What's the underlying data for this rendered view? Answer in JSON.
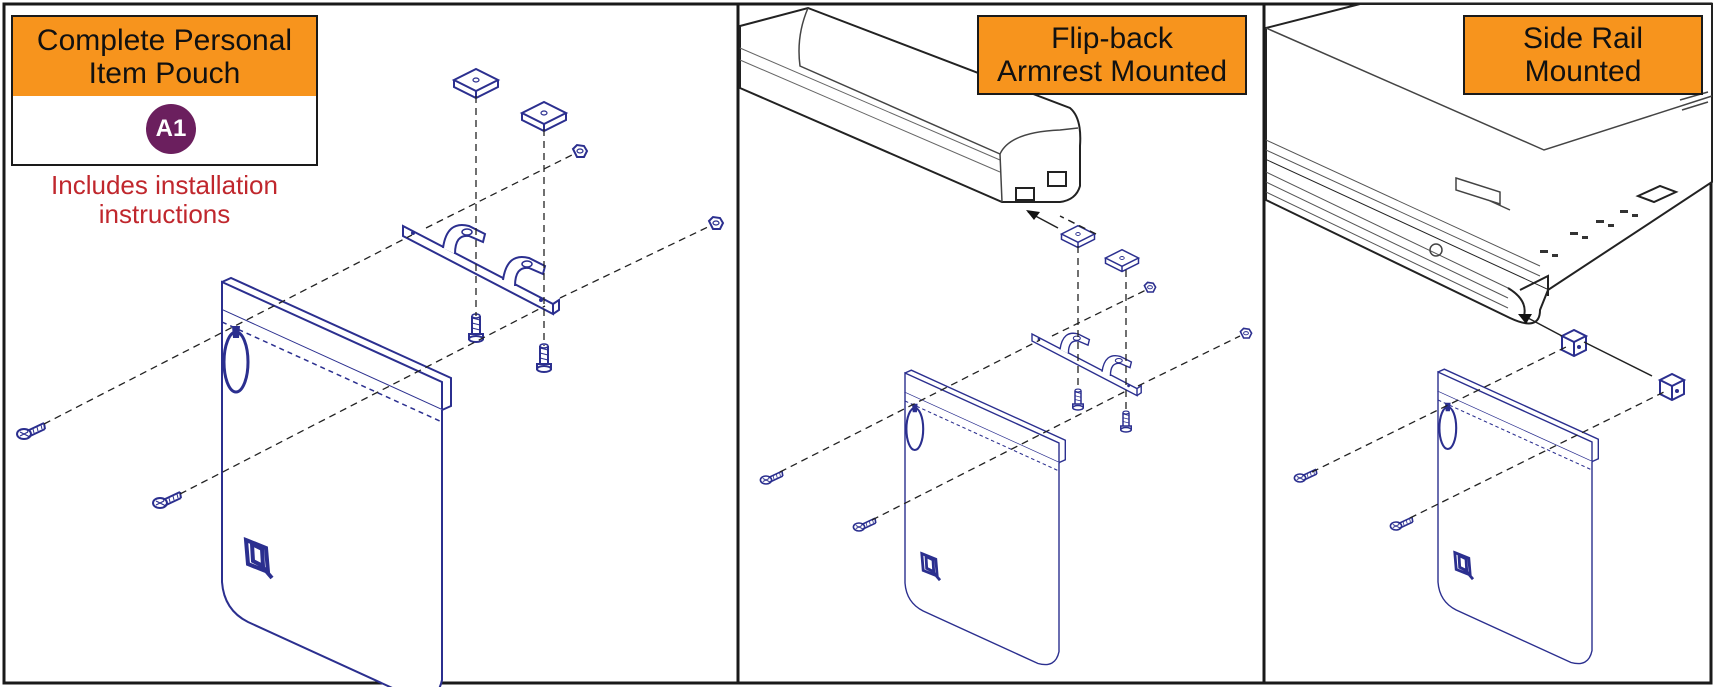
{
  "panels": [
    {
      "id": "complete-pouch",
      "title_lines": [
        "Complete Personal",
        "Item Pouch"
      ],
      "kit_code": "A1",
      "note_lines": [
        "Includes installation",
        "instructions"
      ]
    },
    {
      "id": "flip-back-armrest",
      "title_lines": [
        "Flip-back",
        "Armrest Mounted"
      ]
    },
    {
      "id": "side-rail",
      "title_lines": [
        "Side Rail",
        "Mounted"
      ]
    }
  ],
  "colors": {
    "label_fill": "#f7941d",
    "badge_fill": "#6b1f5e",
    "note_text": "#c0272d",
    "part_line": "#2b2f8f",
    "frame_line": "#1a1a1a",
    "bracket_line": "#555555"
  },
  "icons": [
    "pouch-drawing",
    "bracket-drawing",
    "screw-icon",
    "nut-icon",
    "washer-plate-icon",
    "armrest-pad-drawing",
    "side-rail-drawing",
    "arrow-icon",
    "brand-logo-icon"
  ]
}
